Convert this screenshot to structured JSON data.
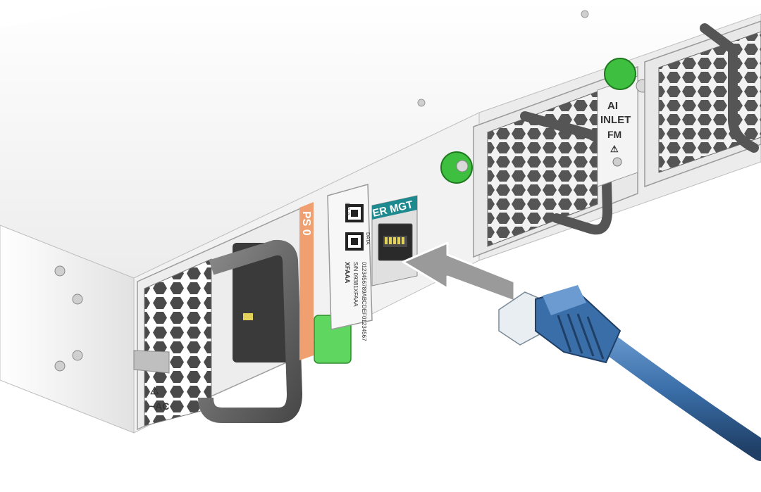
{
  "labels": {
    "ser_mgt": "ER MGT",
    "ps_slot": "PS 0",
    "air_inlet_line1": "AI",
    "air_inlet_line2": "INLET",
    "fan_module": "FM",
    "ac_mark": "~AC",
    "pull_tab_id": "PS-0",
    "serial_1": "XFAAA",
    "serial_2": "S/N 09381XFAAA",
    "serial_3": "0123456789ABCDEF01234567",
    "service_tag": "DATA",
    "warning_glyph": "⚠"
  },
  "colors": {
    "chassis": "#eeeeee",
    "chassis_shadow": "#d9d9d9",
    "ser_mgt_label_bg": "#1d8a8f",
    "ps_stripe": "#f0a070",
    "thumbscrew": "#3fbf3f",
    "release_tab": "#5fd65f",
    "cable": "#3a6ea8",
    "cable_dark": "#1f3f66",
    "arrow": "#9a9a9a"
  },
  "icons": {
    "insert_arrow": "arrow-right-icon",
    "warning": "warning-triangle-icon"
  }
}
